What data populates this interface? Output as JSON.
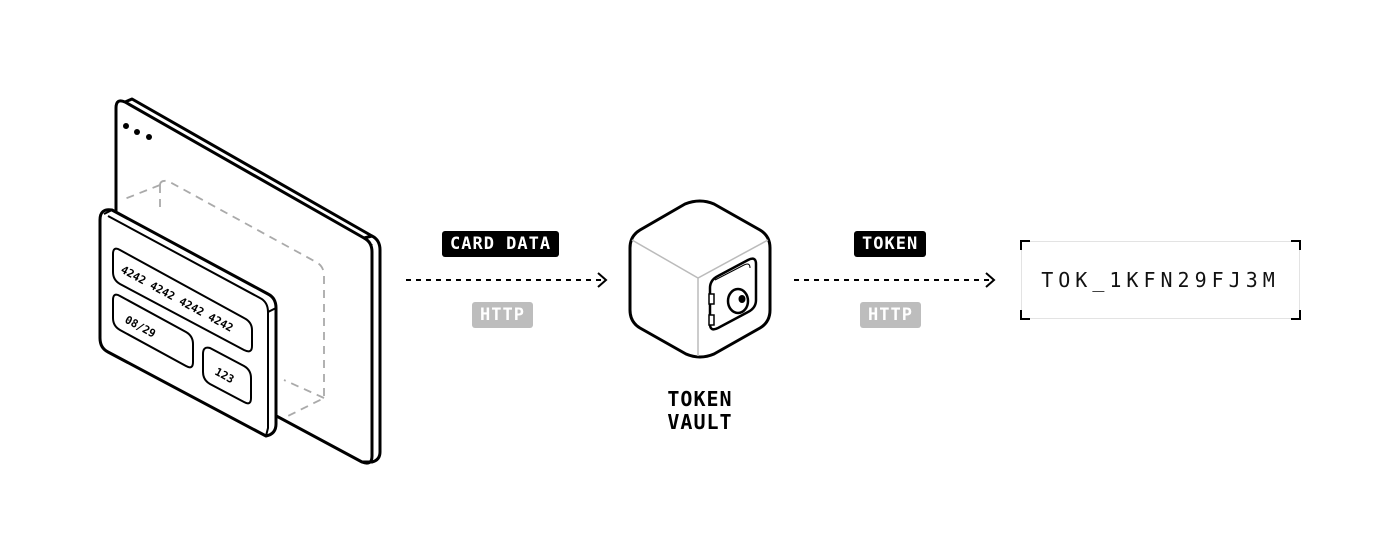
{
  "diagram": {
    "browser": {
      "card": {
        "number": "4242 4242 4242 4242",
        "expiry": "08/29",
        "cvc": "123"
      }
    },
    "arrow1": {
      "top_label": "CARD DATA",
      "bottom_label": "HTTP"
    },
    "vault": {
      "label_line1": "TOKEN",
      "label_line2": "VAULT"
    },
    "arrow2": {
      "top_label": "TOKEN",
      "bottom_label": "HTTP"
    },
    "token_output": {
      "value": "TOK_1KFN29FJ3M"
    },
    "colors": {
      "stroke": "#000000",
      "dark_badge": "#000000",
      "light_badge": "#bdbdbd",
      "dashed": "#aaaaaa",
      "box_border": "#e3e3e3"
    }
  }
}
